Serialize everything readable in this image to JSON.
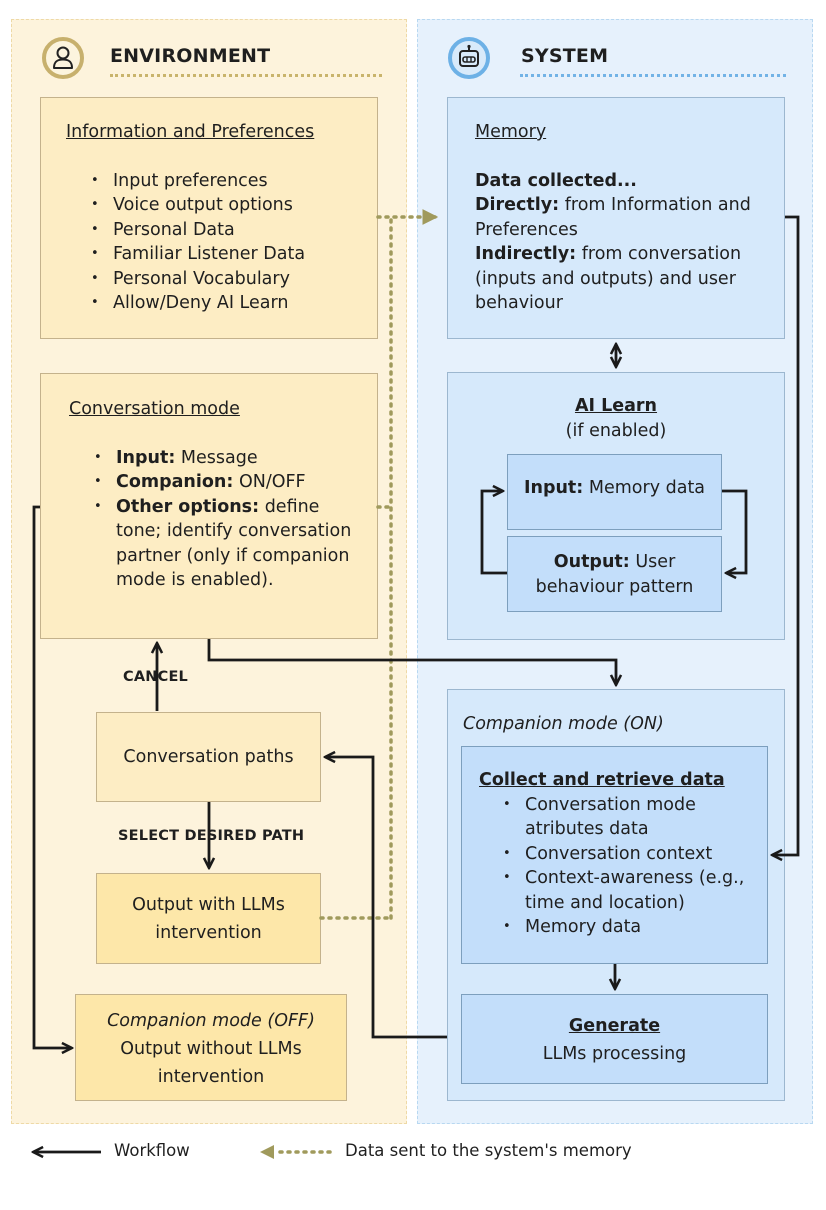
{
  "environment": {
    "title": "ENVIRONMENT",
    "avatar_icon": "user-icon",
    "info_box": {
      "title": "Information and Preferences",
      "items": [
        "Input preferences",
        "Voice output options",
        "Personal Data",
        "Familiar Listener Data",
        "Personal Vocabulary",
        "Allow/Deny AI Learn"
      ]
    },
    "conversation_mode": {
      "title": "Conversation mode",
      "input_label": "Input:",
      "input_value": "Message",
      "companion_label": "Companion:",
      "companion_value": "ON/OFF",
      "other_label": "Other options:",
      "other_value": "define tone; identify conversation partner (only if companion mode is enabled)."
    },
    "cancel_label": "CANCEL",
    "conversation_paths": "Conversation paths",
    "select_label": "SELECT DESIRED PATH",
    "output_llm": "Output with LLMs intervention",
    "companion_off": {
      "title": "Companion mode (OFF)",
      "text": "Output without LLMs intervention"
    }
  },
  "system": {
    "title": "SYSTEM",
    "avatar_icon": "robot-icon",
    "memory": {
      "title": "Memory",
      "collected": "Data collected...",
      "directly_label": "Directly:",
      "directly_text": "from Information and Preferences",
      "indirectly_label": "Indirectly:",
      "indirectly_text": "from conversation (inputs and outputs) and user behaviour"
    },
    "ai_learn": {
      "title": "AI Learn",
      "subtitle": "(if enabled)",
      "input_label": "Input:",
      "input_value": "Memory data",
      "output_label": "Output:",
      "output_value": "User behaviour pattern"
    },
    "companion_on": {
      "title": "Companion mode (ON)",
      "collect_title": "Collect and retrieve data",
      "collect_items": [
        "Conversation mode atributes data",
        "Conversation context",
        "Context-awareness (e.g., time and location)",
        "Memory data"
      ],
      "generate_title": "Generate",
      "generate_text": "LLMs processing"
    }
  },
  "legend": {
    "workflow": "Workflow",
    "data_sent": "Data sent to the system's memory"
  },
  "colors": {
    "env_panel": "#fdf3dc",
    "env_box": "#fdedc4",
    "env_box_strong": "#fde7a9",
    "sys_panel": "#e6f1fc",
    "sys_box": "#d6e9fb",
    "sys_box_strong": "#c3defa",
    "workflow_arrow": "#1a1a1a",
    "data_arrow": "#a09a5c"
  }
}
